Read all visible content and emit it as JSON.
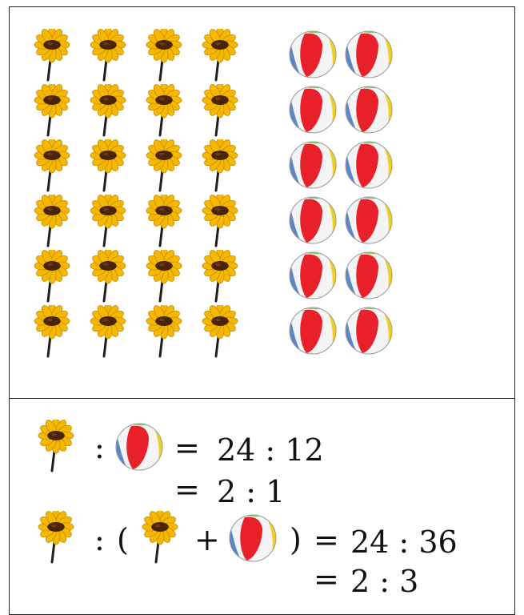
{
  "picture": {
    "flowers": {
      "rows": 6,
      "cols": 4,
      "count": 24,
      "icon": "sunflower-icon"
    },
    "balls": {
      "rows": 6,
      "cols": 2,
      "count": 12,
      "icon": "beach-ball-icon"
    }
  },
  "equations": {
    "line1": {
      "sep": ":",
      "eq": "=",
      "value": "24 : 12"
    },
    "line2": {
      "eq": "=",
      "value": "2 : 1"
    },
    "line3": {
      "sep": ":",
      "open": "(",
      "plus": "+",
      "close": ")",
      "eq": "=",
      "value": "24 : 36"
    },
    "line4": {
      "eq": "=",
      "value": "2 : 3"
    }
  },
  "colors": {
    "petal": "#f5b800",
    "petal_edge": "#c98a00",
    "center": "#4a2408",
    "stem": "#1e1e1e",
    "ball_red": "#e8202a",
    "ball_blue": "#5b87c8",
    "ball_yellow": "#f0d020",
    "ball_green": "#8ccf6a"
  }
}
